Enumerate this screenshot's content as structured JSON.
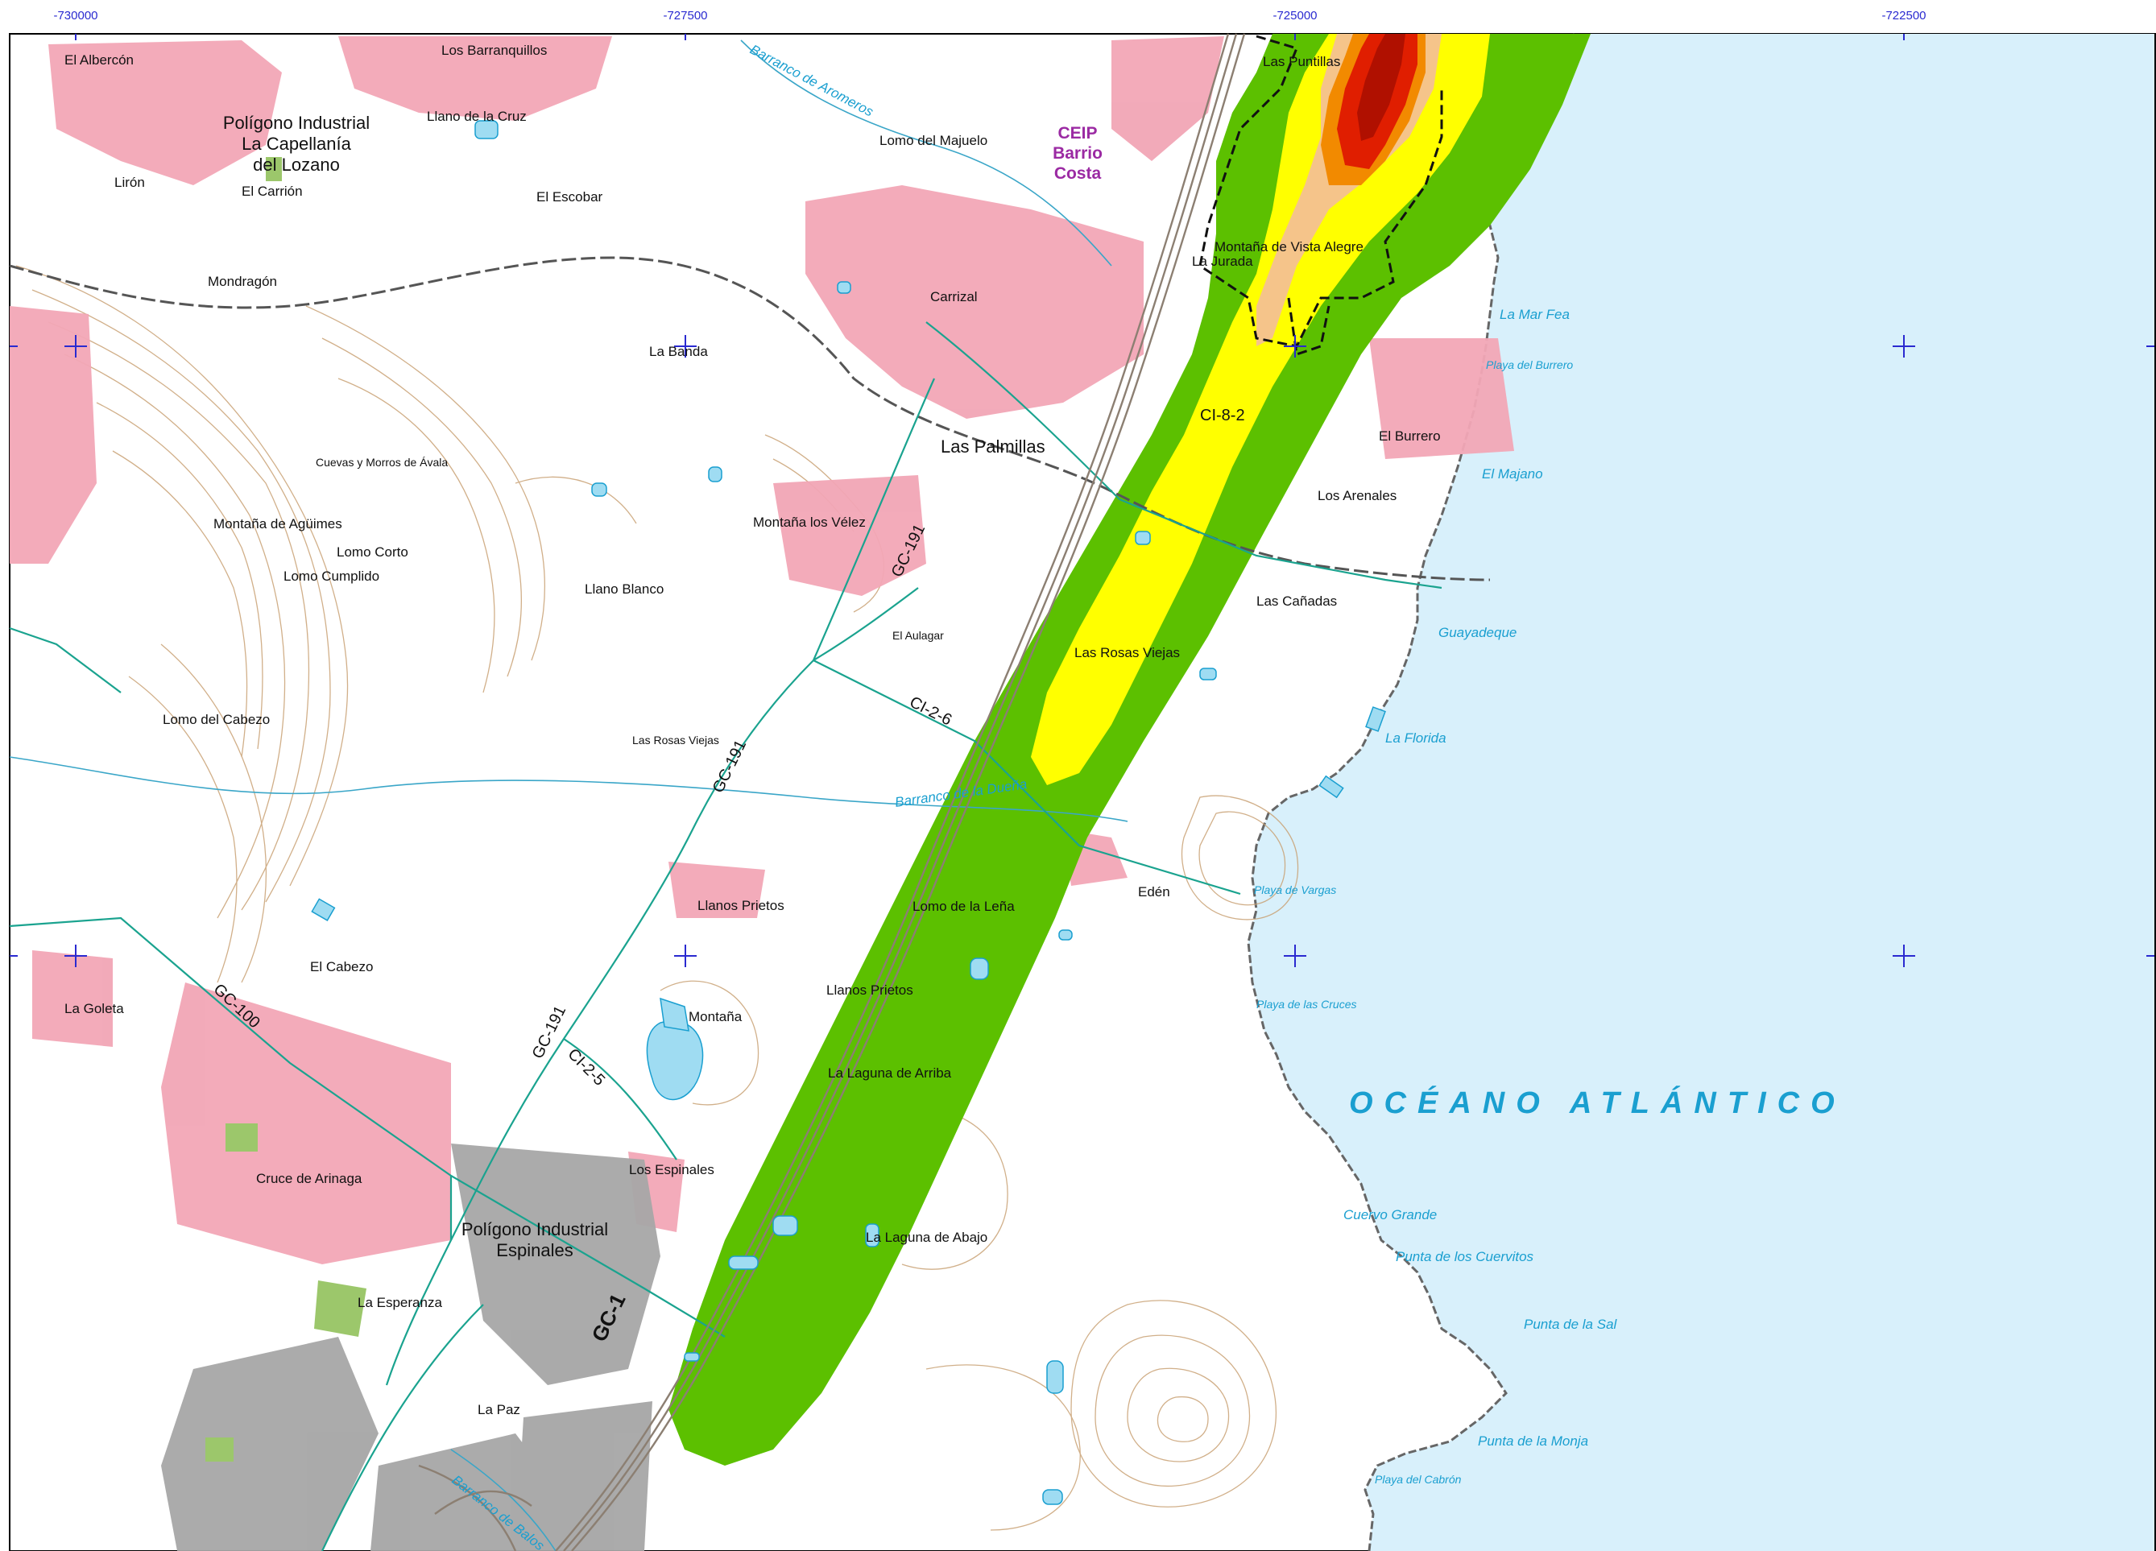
{
  "map": {
    "colors": {
      "sea": "#d8f0fb",
      "urban": "#f2a6b6",
      "industrial": "#a6a6a6",
      "road": "#1aa38f",
      "highway": "#8c7f72",
      "contour": "#c9a275",
      "zone_green": "#5cc000",
      "zone_yellow": "#ffff00",
      "zone_light_orange": "#f5c48a",
      "zone_orange": "#f28a00",
      "zone_red": "#e01e00",
      "coordinate_ticks": "#2a2ad0"
    },
    "coordinates_x": [
      "-730000",
      "-727500",
      "-725000",
      "-722500"
    ],
    "ocean_label": "OCÉANO ATLÁNTICO",
    "school": {
      "line1": "CEIP",
      "line2": "Barrio",
      "line3": "Costa"
    },
    "places": {
      "el_albercon": "El Albercón",
      "los_barranquillos": "Los Barranquillos",
      "llano_de_la_cruz": "Llano de la Cruz",
      "poligono_capellania_1": "Polígono Industrial",
      "poligono_capellania_2": "La Capellanía",
      "poligono_capellania_3": "del Lozano",
      "liron": "Lirón",
      "el_carrion": "El Carrión",
      "el_escobar": "El Escobar",
      "lomo_del_majuelo": "Lomo del Majuelo",
      "las_puntillas": "Las Puntillas",
      "mondragon": "Mondragón",
      "carrizal": "Carrizal",
      "montana_vista_alegre": "Montaña de Vista Alegre",
      "la_jurada": "La Jurada",
      "la_banda": "La Banda",
      "las_palmillas": "Las Palmillas",
      "el_burrero": "El Burrero",
      "cuevas_morros": "Cuevas y Morros de Ávala",
      "los_arenales": "Los Arenales",
      "montana_aguimes": "Montaña de Agüimes",
      "montana_los_velez": "Montaña los Vélez",
      "lomo_corto": "Lomo Corto",
      "lomo_cumplido": "Lomo Cumplido",
      "llano_blanco": "Llano Blanco",
      "las_canadas": "Las Cañadas",
      "el_aulagar": "El Aulagar",
      "las_rosas_viejas_1": "Las Rosas Viejas",
      "lomo_del_cabezo": "Lomo del Cabezo",
      "las_rosas_viejas_2": "Las Rosas Viejas",
      "llanos_prietos_1": "Llanos Prietos",
      "lomo_de_la_lena": "Lomo de la Leña",
      "eden": "Edén",
      "el_cabezo": "El Cabezo",
      "la_goleta": "La Goleta",
      "llanos_prietos_2": "Llanos Prietos",
      "montana": "Montaña",
      "la_laguna_arriba": "La Laguna de Arriba",
      "los_espinales": "Los Espinales",
      "cruce_de_arinaga": "Cruce de Arinaga",
      "poligono_espinales_1": "Polígono Industrial",
      "poligono_espinales_2": "Espinales",
      "la_laguna_abajo": "La Laguna de Abajo",
      "la_esperanza": "La Esperanza",
      "la_paz": "La Paz"
    },
    "coastal": {
      "la_mar_fea": "La Mar Fea",
      "playa_del_burrero": "Playa del Burrero",
      "el_majano": "El Majano",
      "guayadeque": "Guayadeque",
      "la_florida": "La Florida",
      "playa_de_vargas": "Playa de Vargas",
      "playa_de_las_cruces": "Playa de las Cruces",
      "cuervo_grande": "Cuervo Grande",
      "punta_cuervitos": "Punta de los Cuervitos",
      "punta_de_la_sal": "Punta de la Sal",
      "punta_de_la_monja": "Punta de la Monja",
      "playa_del_cabron": "Playa del Cabrón",
      "barranco_aromeros": "Barranco de Aromeros",
      "barranco_la_dueña": "Barranco de la Dueña",
      "barranco_balos": "Barranco de Balos"
    },
    "roads": {
      "ci_8_2": "CI-8-2",
      "gc_191_a": "GC-191",
      "ci_2_6": "CI-2-6",
      "gc_191_b": "GC-191",
      "gc_100": "GC-100",
      "gc_191_c": "GC-191",
      "ci_2_5": "CI-2-5",
      "gc_1": "GC-1"
    }
  }
}
